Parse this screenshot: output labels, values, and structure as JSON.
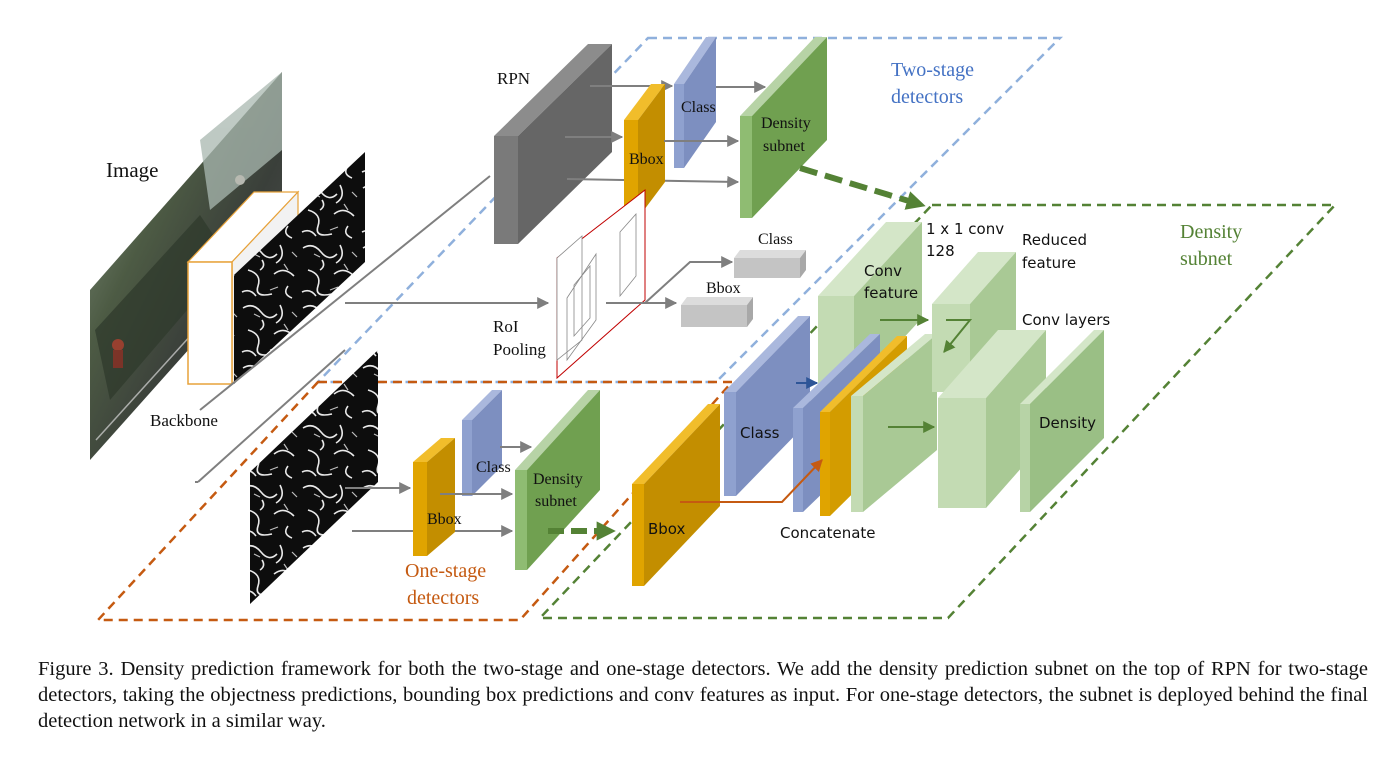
{
  "diagram": {
    "image_label": "Image",
    "backbone_label": "Backbone",
    "rpn_label": "RPN",
    "roi_pooling_line1": "RoI",
    "roi_pooling_line2": "Pooling",
    "class_label": "Class",
    "bbox_label": "Bbox",
    "density_subnet_line1": "Density",
    "density_subnet_line2": "subnet",
    "two_stage_line1": "Two-stage",
    "two_stage_line2": "detectors",
    "one_stage_line1": "One-stage",
    "one_stage_line2": "detectors",
    "density_subnet_title_line1": "Density",
    "density_subnet_title_line2": "subnet",
    "conv1x1_line1": "1 x 1 conv",
    "conv1x1_line2": "128",
    "conv_feature_line1": "Conv",
    "conv_feature_line2": "feature",
    "reduced_feature_line1": "Reduced",
    "reduced_feature_line2": "feature",
    "conv_layers": "Conv layers",
    "density": "Density",
    "concatenate": "Concatenate",
    "colors": {
      "two_stage_border": "#8fb0dc",
      "one_stage_border": "#c55a11",
      "density_border": "#548235",
      "gray_block": "#6f6f6f",
      "class_blue": "#8497c6",
      "bbox_orange": "#e0a400",
      "density_green": "#82ad6a",
      "light_green": "#b7d3a6"
    }
  },
  "caption": "Figure 3. Density prediction framework for both the two-stage and one-stage detectors. We add the density prediction subnet on the top of RPN for two-stage detectors, taking the objectness predictions, bounding box predictions and conv features as input. For one-stage detectors, the subnet is deployed behind the final detection network in a similar way."
}
